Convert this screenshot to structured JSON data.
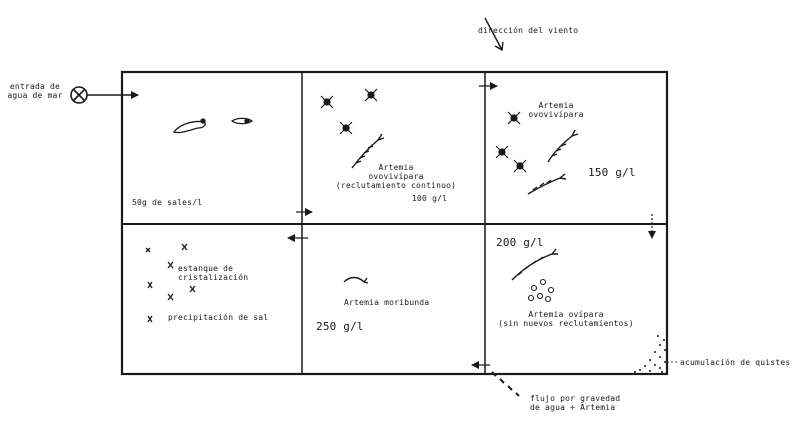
{
  "wind": {
    "label": "dirección del viento"
  },
  "inlet": {
    "label_line1": "entrada de",
    "label_line2": "agua de mar"
  },
  "pond1": {
    "concentration": "50g de sales/l"
  },
  "pond2": {
    "organism_line1": "Artemia",
    "organism_line2": "ovovivípara",
    "organism_line3": "(reclutamiento continuo)",
    "concentration": "100 g/l"
  },
  "pond3": {
    "organism_line1": "Artemia",
    "organism_line2": "ovovivípara",
    "concentration": "150 g/l"
  },
  "pond4": {
    "concentration": "200 g/l",
    "organism_line1": "Artemia ovípara",
    "organism_line2": "(sin nuevos reclutamientos)"
  },
  "pond5": {
    "organism": "Artemia moribunda",
    "concentration": "250 g/l"
  },
  "pond6": {
    "label_line1": "estanque de",
    "label_line2": "cristalización",
    "precipitation": "precipitación de sal"
  },
  "cysts": {
    "label": "acumulación de quistes"
  },
  "outflow": {
    "label_line1": "flujo por gravedad",
    "label_line2": "de agua + Artemia"
  }
}
